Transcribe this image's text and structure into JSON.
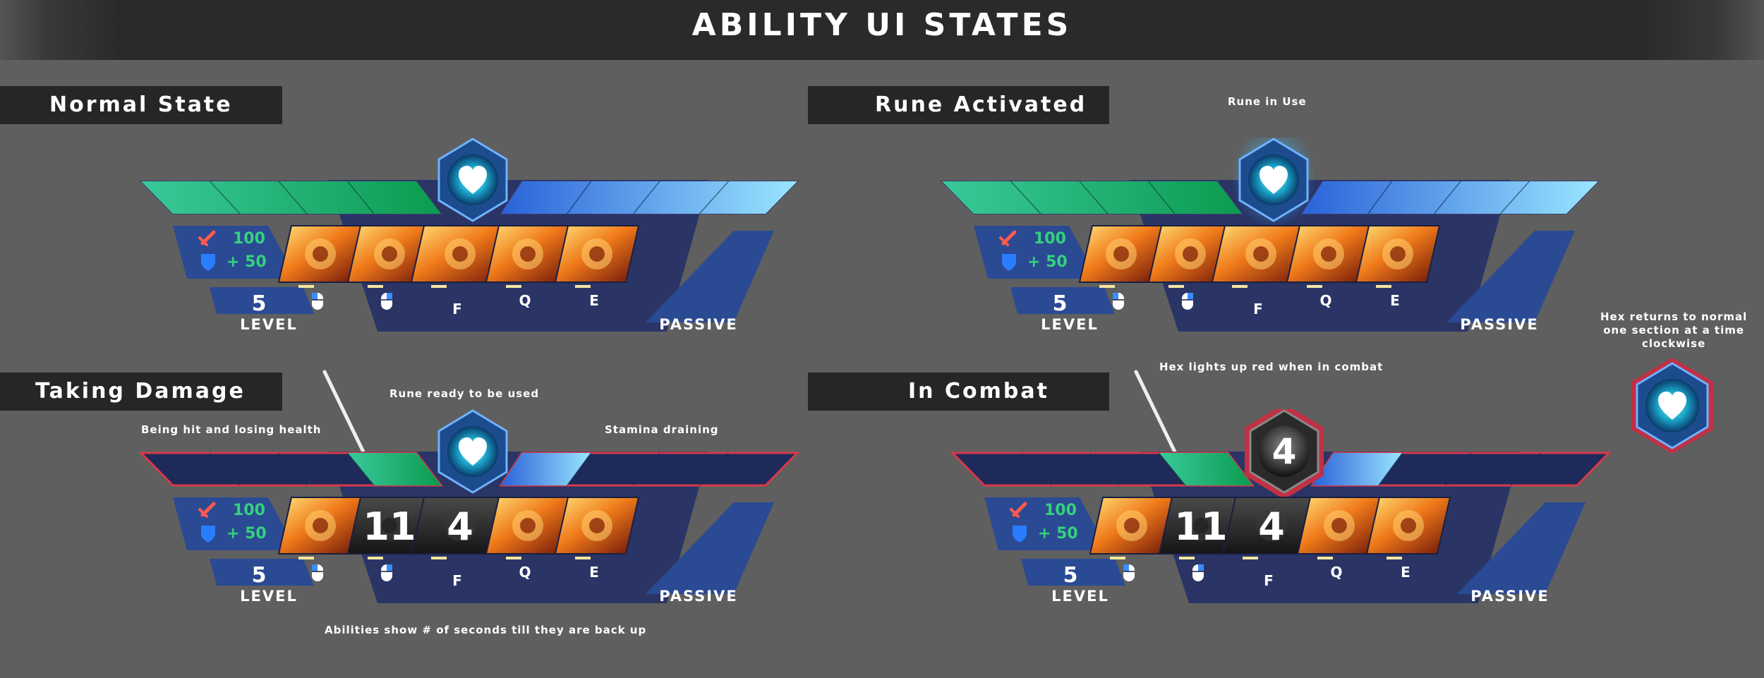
{
  "header": {
    "title": "ABILITY UI STATES"
  },
  "panels": [
    {
      "label": "Normal State",
      "state": "normal",
      "stats": {
        "attack": "100",
        "defense": "+ 50"
      },
      "level_value": "5",
      "level_label": "LEVEL",
      "passive_label": "PASSIVE",
      "keys": [
        "",
        "",
        "F",
        "Q",
        "E"
      ],
      "cooldowns": [
        "",
        "",
        "",
        "",
        ""
      ],
      "hex_cooldown": "",
      "health_fraction": 1.0,
      "stamina_fraction": 1.0
    },
    {
      "label": "Rune Activated",
      "state": "rune",
      "stats": {
        "attack": "100",
        "defense": "+ 50"
      },
      "level_value": "5",
      "level_label": "LEVEL",
      "passive_label": "PASSIVE",
      "keys": [
        "",
        "",
        "F",
        "Q",
        "E"
      ],
      "cooldowns": [
        "",
        "",
        "",
        "",
        ""
      ],
      "hex_cooldown": "",
      "health_fraction": 1.0,
      "stamina_fraction": 1.0
    },
    {
      "label": "Taking Damage",
      "state": "damage",
      "stats": {
        "attack": "100",
        "defense": "+ 50"
      },
      "level_value": "5",
      "level_label": "LEVEL",
      "passive_label": "PASSIVE",
      "keys": [
        "",
        "",
        "F",
        "Q",
        "E"
      ],
      "cooldowns": [
        "",
        "11",
        "4",
        "",
        ""
      ],
      "hex_cooldown": "",
      "health_fraction": 0.25,
      "stamina_fraction": 0.25
    },
    {
      "label": "In Combat",
      "state": "combat",
      "stats": {
        "attack": "100",
        "defense": "+ 50"
      },
      "level_value": "5",
      "level_label": "LEVEL",
      "passive_label": "PASSIVE",
      "keys": [
        "",
        "",
        "F",
        "Q",
        "E"
      ],
      "cooldowns": [
        "",
        "11",
        "4",
        "",
        ""
      ],
      "hex_cooldown": "4",
      "health_fraction": 0.25,
      "stamina_fraction": 0.25
    }
  ],
  "notes": {
    "rune_in_use": "Rune in Use",
    "rune_ready": "Rune ready to be used",
    "being_hit": "Being hit and losing health",
    "stamina_draining": "Stamina draining",
    "cooldown_seconds": "Abilities show # of seconds till they are back up",
    "hex_red": "Hex lights up red when in combat",
    "hex_returns": [
      "Hex returns to normal",
      "one section at a time",
      "clockwise"
    ]
  },
  "colors": {
    "background": "#5f5f5f",
    "label_bg": "#262626",
    "health": "#1fae74",
    "stamina": "#4aa8ff",
    "panel_blue": "#2b4a94",
    "hud_navy": "#2a3566",
    "combat_red": "#d8394a",
    "stat_green": "#34d27c",
    "sword_red": "#ff5a4d",
    "shield_blue": "#2a7dff"
  },
  "icons": [
    "sword-icon",
    "shield-icon",
    "heart-rune-icon",
    "mouse-left-icon",
    "mouse-right-icon",
    "ability-icon"
  ]
}
